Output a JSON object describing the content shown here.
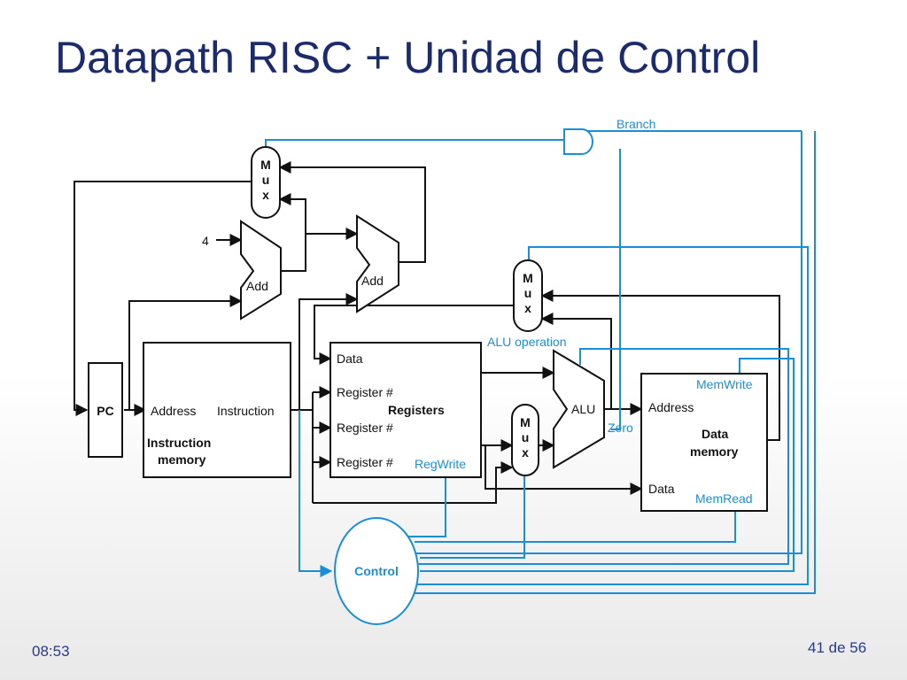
{
  "title": "Datapath RISC + Unidad de Control",
  "footer": {
    "time": "08:53",
    "page": "41 de 56"
  },
  "labels": {
    "branch": "Branch",
    "mux_m": "M",
    "mux_u": "u",
    "mux_x": "x",
    "four": "4",
    "add": "Add",
    "pc": "PC",
    "address": "Address",
    "instruction": "Instruction",
    "instruction_mem_1": "Instruction",
    "instruction_mem_2": "memory",
    "data": "Data",
    "register_num": "Register #",
    "registers": "Registers",
    "regwrite": "RegWrite",
    "alu_operation": "ALU operation",
    "alu": "ALU",
    "zero": "Zero",
    "memwrite": "MemWrite",
    "data_memory_1": "Data",
    "data_memory_2": "memory",
    "memread": "MemRead",
    "control": "Control"
  }
}
